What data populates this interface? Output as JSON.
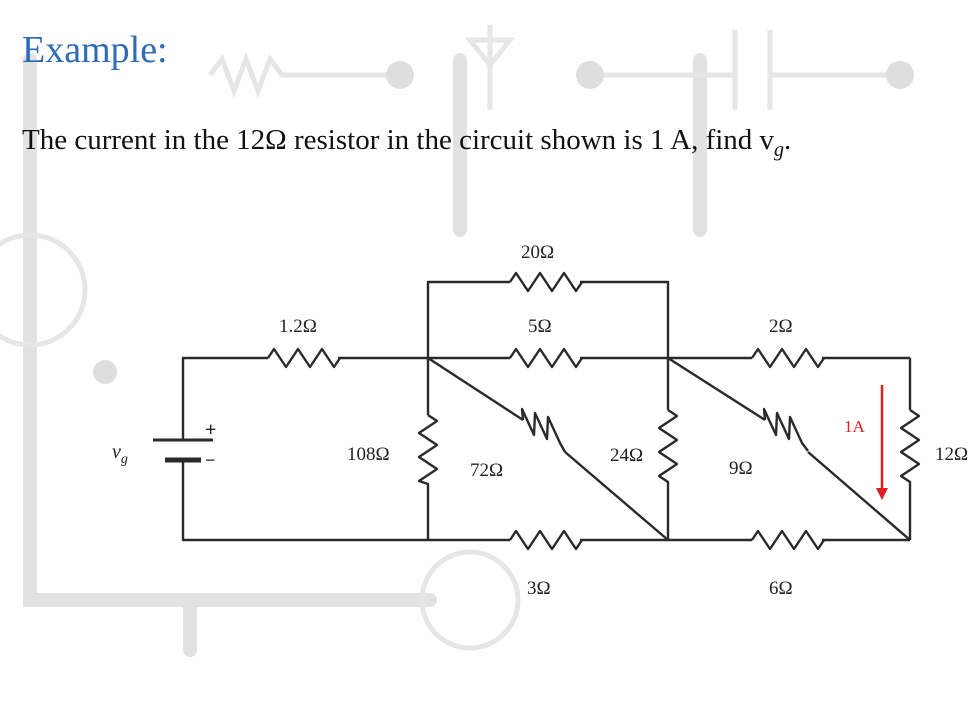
{
  "heading": "Example:",
  "problem": {
    "before": "The current in the 12Ω resistor in the circuit shown is 1 A, find v",
    "subscript": "g",
    "after": "."
  },
  "circuit": {
    "source_label": "v",
    "source_subscript": "g",
    "source_plus": "+",
    "source_minus": "−",
    "resistors": {
      "r1_2": "1.2Ω",
      "r20": "20Ω",
      "r5": "5Ω",
      "r2": "2Ω",
      "r108": "108Ω",
      "r72": "72Ω",
      "r24": "24Ω",
      "r9": "9Ω",
      "r12": "12Ω",
      "r3": "3Ω",
      "r6": "6Ω"
    },
    "current_label": "1A",
    "current_color": "#e02020"
  },
  "colors": {
    "heading": "#2e6db5",
    "watermark": "#dcdcdc"
  }
}
